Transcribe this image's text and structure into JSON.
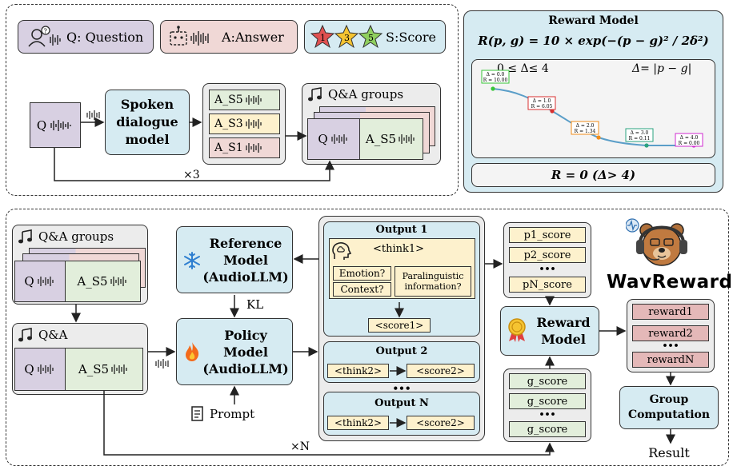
{
  "legend": {
    "question": "Q: Question",
    "answer": "A:Answer",
    "score": "S:Score",
    "score_stars": [
      "1",
      "3",
      "5"
    ]
  },
  "top": {
    "q": "Q",
    "sdm": "Spoken dialogue model",
    "answers": [
      "A_S5",
      "A_S3",
      "A_S1"
    ],
    "groups_title": "Q&A groups",
    "group_q": "Q",
    "group_a": "A_S5",
    "times": "×3"
  },
  "reward_model": {
    "title": "Reward Model",
    "formula": "R(p, g) = 10 × exp(−(p − g)² / 2δ²)",
    "range": "0 ≤ Δ≤ 4",
    "delta_def": "Δ= |p − g|",
    "zero_rule": "R = 0  (Δ> 4)",
    "points": [
      {
        "delta": "Δ = 0.0",
        "r": "R = 10.00",
        "color": "#39c539"
      },
      {
        "delta": "Δ = 1.0",
        "r": "R = 6.05",
        "color": "#d93030"
      },
      {
        "delta": "Δ = 2.0",
        "r": "R = 1.34",
        "color": "#f08c1a"
      },
      {
        "delta": "Δ = 3.0",
        "r": "R = 0.11",
        "color": "#2aa37f"
      },
      {
        "delta": "Δ = 4.0",
        "r": "R = 0.00",
        "color": "#d02ad0"
      }
    ]
  },
  "bottom": {
    "groups_title": "Q&A groups",
    "qa_title": "Q&A",
    "q": "Q",
    "a": "A_S5",
    "ref_model": "Reference Model (AudioLLM)",
    "kl": "KL",
    "policy_model": "Policy Model (AudioLLM)",
    "prompt": "Prompt",
    "output1": {
      "title": "Output 1",
      "think": "<think1>",
      "emotion": "Emotion?",
      "context": "Context?",
      "paraling": "Paralinguistic information?",
      "score": "<score1>"
    },
    "output2": {
      "title": "Output 2",
      "think": "<think2>",
      "score": "<score2>"
    },
    "dots": "•••",
    "outputN": {
      "title": "Output N",
      "think": "<think2>",
      "score": "<score2>"
    },
    "p_scores": [
      "p1_score",
      "p2_score",
      "•••",
      "pN_score"
    ],
    "reward_model": "Reward Model",
    "g_scores": [
      "g_score",
      "g_score",
      "•••",
      "g_score"
    ],
    "rewards": [
      "reward1",
      "reward2",
      "•••",
      "rewardN"
    ],
    "group_comp": "Group Computation",
    "result": "Result",
    "times_n": "×N",
    "brand": "WavReward"
  },
  "colors": {
    "lavender": "#d8d0e2",
    "pink": "#f0d8d6",
    "blue": "#d6ebf2",
    "mint": "#e2eedb",
    "cream": "#fdf1cd",
    "rose": "#e4b8b8",
    "curve": "#5a9ec8"
  }
}
